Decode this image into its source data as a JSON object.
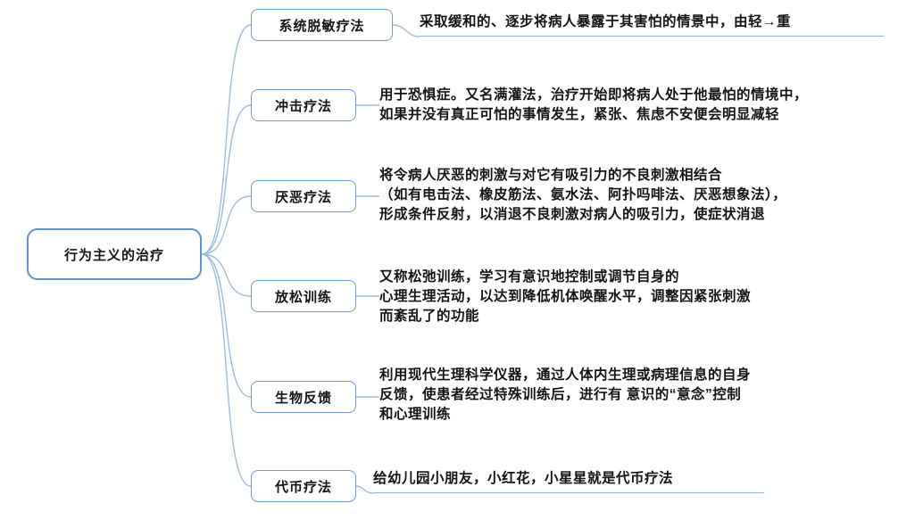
{
  "root": {
    "label": "行为主义的治疗"
  },
  "branches": [
    {
      "label": "系统脱敏疗法",
      "description": "采取缓和的、逐步将病人暴露于其害怕的情景中，由轻→重",
      "underlined": true
    },
    {
      "label": "冲击疗法",
      "description": "用于恐惧症。又名满灌法，治疗开始即将病人处于他最怕的情境中，\n如果并没有真正可怕的事情发生，紧张、焦虑不安便会明显减轻",
      "underlined": false
    },
    {
      "label": "厌恶疗法",
      "description": "将令病人厌恶的刺激与对它有吸引力的不良刺激相结合\n（如有电击法、橡皮筋法、氨水法、阿扑吗啡法、厌恶想象法），\n形成条件反射，以消退不良刺激对病人的吸引力，使症状消退",
      "underlined": false
    },
    {
      "label": "放松训练",
      "description": "又称松弛训练，学习有意识地控制或调节自身的\n心理生理活动，以达到降低机体唤醒水平，调整因紧张刺激\n而紊乱了的功能",
      "underlined": false
    },
    {
      "label": "生物反馈",
      "description": "利用现代生理科学仪器，通过人体内生理或病理信息的自身\n反馈，使患者经过特殊训练后，进行有 意识的“意念”控制\n和心理训练",
      "underlined": false
    },
    {
      "label": "代币疗法",
      "description": "给幼儿园小朋友，小红花，小星星就是代币疗法",
      "underlined": true
    }
  ],
  "colors": {
    "node_border": "#6f9bd2",
    "root_border": "#5d92cf",
    "connector_line": "#9dbde2",
    "text": "#141414",
    "background": "#ffffff"
  }
}
